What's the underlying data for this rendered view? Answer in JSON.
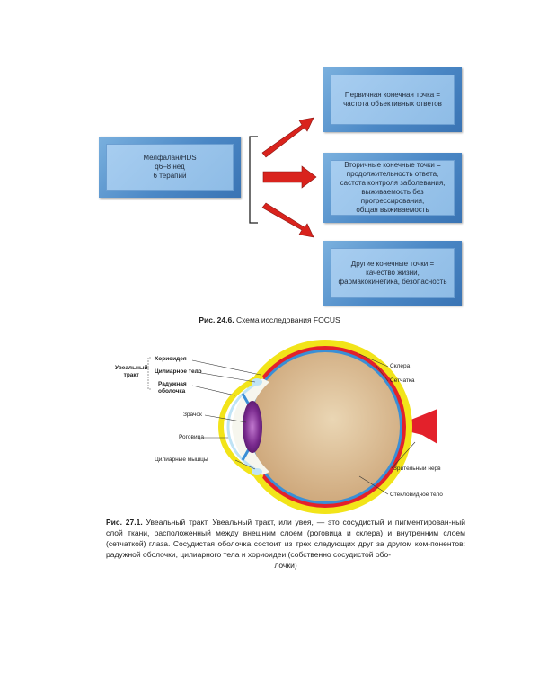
{
  "scheme": {
    "source_box": "Мелфалан/HDS\nq6–8 нед\n6 терапий",
    "endpoint_primary": "Первичная конечная точка =\nчастота объективных ответов",
    "endpoint_secondary": "Вторичные конечные точки =\nпродолжительность ответа,\nсастота контроля заболевания,\nвыживаемость без\nпрогрессирования,\nобщая выживаемость",
    "endpoint_other": "Другие конечные точки =\nкачество жизни,\nфармакокинетика, безопасность",
    "arrow_color": "#d9231d",
    "box_color": "#5a96d0"
  },
  "figure_24_6": {
    "number": "Рис. 24.6.",
    "title": "Схема исследования FOCUS"
  },
  "eye_diagram": {
    "labels": {
      "uveal_tract": "Увеальный\nтракт",
      "choroid": "Хориоидея",
      "ciliary_body": "Цилиарное тело",
      "iris": "Радужная\nоболочка",
      "pupil": "Зрачок",
      "cornea": "Роговица",
      "ciliary_muscles": "Цилиарные мышцы",
      "sclera": "Склера",
      "retina": "Сетчатка",
      "optic_nerve": "Зрительный нерв",
      "vitreous": "Стекловидное тело"
    },
    "colors": {
      "sclera": "#f2e419",
      "choroid": "#e3212b",
      "retina": "#3a8fd6",
      "vitreous": "#d8b98e",
      "lens": "#7a2a8e"
    }
  },
  "figure_27_1": {
    "number": "Рис. 27.1.",
    "text": "Увеальный тракт. Увеальный тракт, или увея, — это сосудистый и пигментирован-ный слой ткани, расположенный между внешним слоем (роговица и склера) и внутренним слоем (сетчаткой) глаза. Сосудистая оболочка состоит из трех следующих друг за другом ком-понентов: радужной оболочки, цилиарного тела и хориоидеи (собственно сосудистой обо-",
    "text_end": "лочки)"
  }
}
